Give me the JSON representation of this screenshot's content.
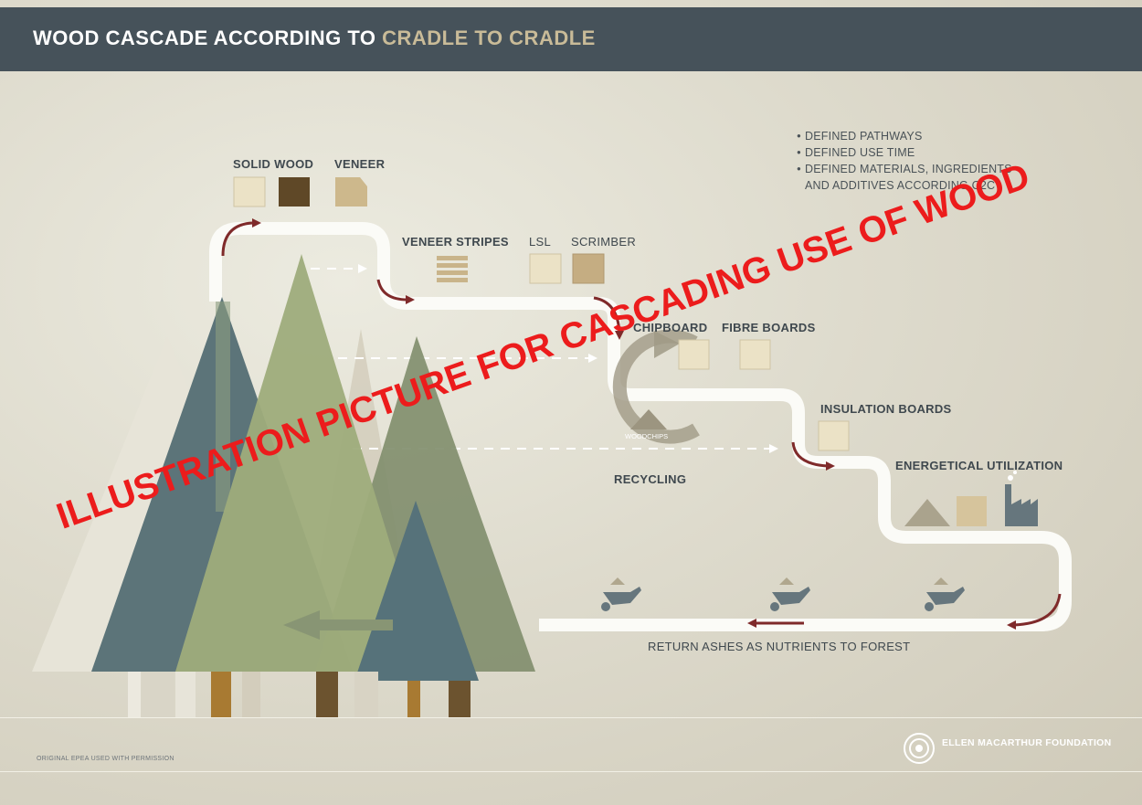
{
  "header": {
    "title_main": "WOOD CASCADE ACCORDING TO ",
    "title_highlight": "CRADLE TO CRADLE"
  },
  "labels": {
    "solid_wood": "SOLID WOOD",
    "veneer": "VENEER",
    "veneer_stripes": "VENEER STRIPES",
    "lsl": "LSL",
    "scrimber": "SCRIMBER",
    "chipboard": "CHIPBOARD",
    "fibre_boards": "FIBRE BOARDS",
    "insulation_boards": "INSULATION BOARDS",
    "energetical_utilization": "ENERGETICAL UTILIZATION",
    "woodchips": "WOODCHIPS",
    "recycling": "RECYCLING",
    "return_ashes": "RETURN ASHES AS NUTRIENTS TO FOREST"
  },
  "pathways": [
    "DEFINED PATHWAYS",
    "DEFINED USE TIME",
    "DEFINED MATERIALS, INGREDIENTS",
    "AND ADDITIVES ACCORDING C2C"
  ],
  "footer": {
    "credit": "ORIGINAL EPEA USED WITH PERMISSION",
    "foundation": "ELLEN MACARTHUR FOUNDATION"
  },
  "watermark": "ILLUSTRATION PICTURE FOR CASCADING USE OF WOOD",
  "colors": {
    "header_bg": "#46525a",
    "title_highlight": "#c9bb98",
    "arrow_red": "#7f2a2a",
    "tree_slate": "#5c7479",
    "tree_green": "#9eac7b",
    "tree_olive": "#7f8d6c",
    "watermark": "#ec1c1c"
  }
}
